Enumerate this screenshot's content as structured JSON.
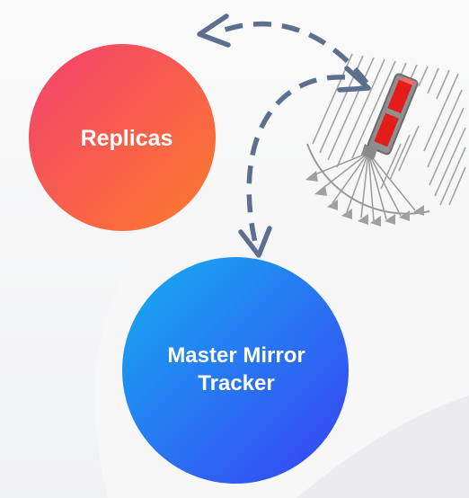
{
  "nodes": {
    "replicas": {
      "label": "Replicas",
      "gradient": [
        "#f43f6a",
        "#fd7a2e"
      ]
    },
    "master_tracker": {
      "line1": "Master Mirror",
      "line2": "Tracker",
      "gradient": [
        "#1aa3f0",
        "#3546f5"
      ]
    }
  },
  "icons": {
    "arrow_to_replicas": "dashed-curved-arrow",
    "arrow_to_master": "dashed-curved-arrow",
    "heliostat": "heliostat-icon"
  },
  "colors": {
    "arrow": "#5d6f8f",
    "mirror_frame": "#9a9a9a",
    "mirror_panel": "#e41c1c",
    "background_top": "#fafafa",
    "background_bottom": "#f1f2f4"
  }
}
